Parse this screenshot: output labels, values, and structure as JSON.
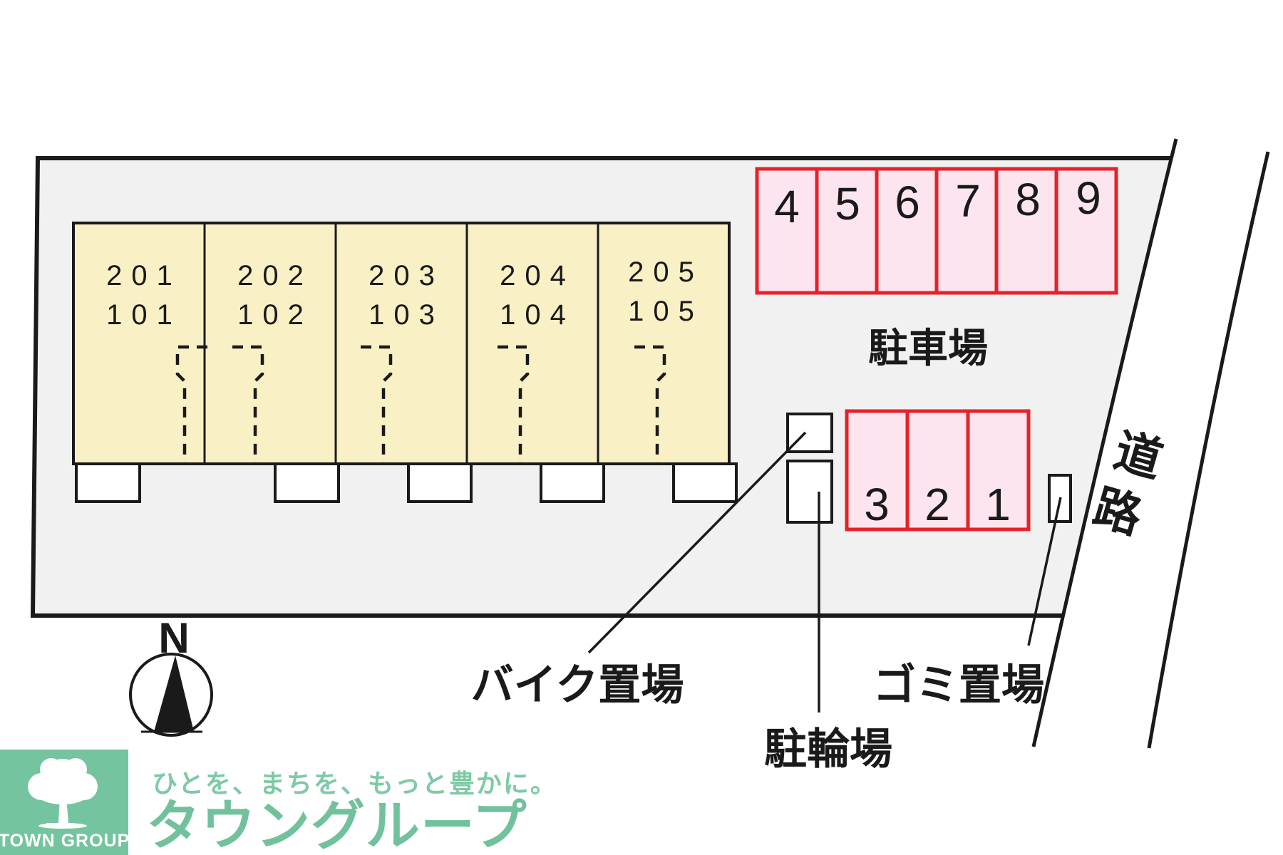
{
  "site_plan": {
    "building": {
      "units": [
        {
          "upper": "201",
          "lower": "101"
        },
        {
          "upper": "202",
          "lower": "102"
        },
        {
          "upper": "203",
          "lower": "103"
        },
        {
          "upper": "204",
          "lower": "104"
        },
        {
          "upper": "205",
          "lower": "105"
        }
      ]
    },
    "parking_lot": {
      "label": "駐車場",
      "top_row_spaces": [
        "4",
        "5",
        "6",
        "7",
        "8",
        "9"
      ],
      "bottom_row_spaces": [
        "3",
        "2",
        "1"
      ]
    },
    "areas": {
      "bike_label": "バイク置場",
      "bicycle_label": "駐輪場",
      "garbage_label": "ゴミ置場"
    },
    "road": {
      "char1": "道",
      "char2": "路"
    },
    "compass": {
      "north_label": "N"
    },
    "colors": {
      "property_fill": "#f1f1f1",
      "building_fill": "#f9f1c5",
      "parking_fill": "#fce5ee",
      "parking_border": "#e6212a",
      "line_black": "#1a1a1a",
      "brand_green": "#72c19d",
      "tagline_green": "#7ecaa6"
    }
  },
  "footer": {
    "logo_caption": "TOWN GROUP",
    "tagline": "ひとを、まちを、もっと豊かに。",
    "brand_name": "タウングループ"
  }
}
